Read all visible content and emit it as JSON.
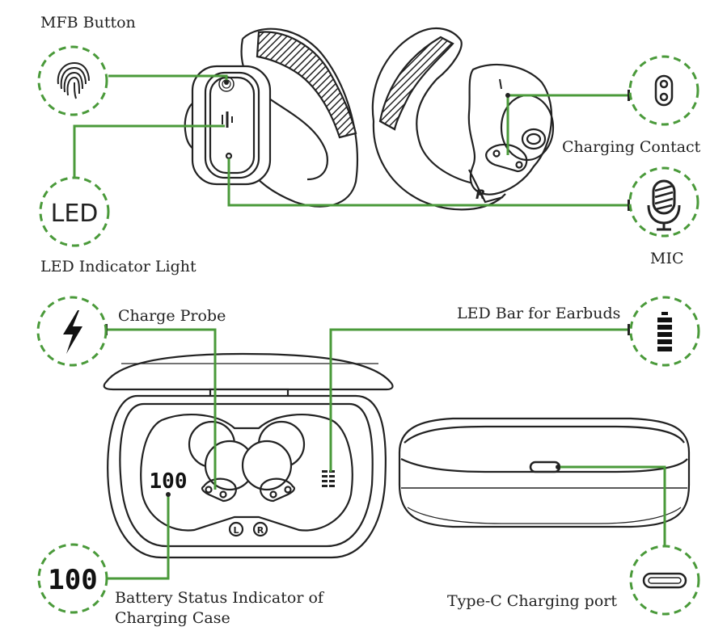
{
  "labels": {
    "mfb_button": "MFB Button",
    "led_icon_text": "LED",
    "led_indicator": "LED Indicator Light",
    "charging_contact": "Charging Contact",
    "mic": "MIC",
    "charge_probe": "Charge Probe",
    "led_bar": "LED Bar for Earbuds",
    "battery_status_line1": "Battery Status Indicator of",
    "battery_status_line2": "Charging Case",
    "type_c": "Type-C Charging port"
  },
  "earbud_mark": "R",
  "case_marks": {
    "left": "L",
    "right": "R"
  },
  "display_value": "100",
  "icons": {
    "mfb": "fingerprint-icon",
    "led": "led-text-icon",
    "contact": "charging-contact-icon",
    "mic": "microphone-icon",
    "probe": "lightning-bolt-icon",
    "bar": "battery-bar-icon",
    "display": "digital-display-icon",
    "port": "usb-c-port-icon"
  },
  "colors": {
    "callout": "#4a9a3a",
    "line": "#222222"
  }
}
